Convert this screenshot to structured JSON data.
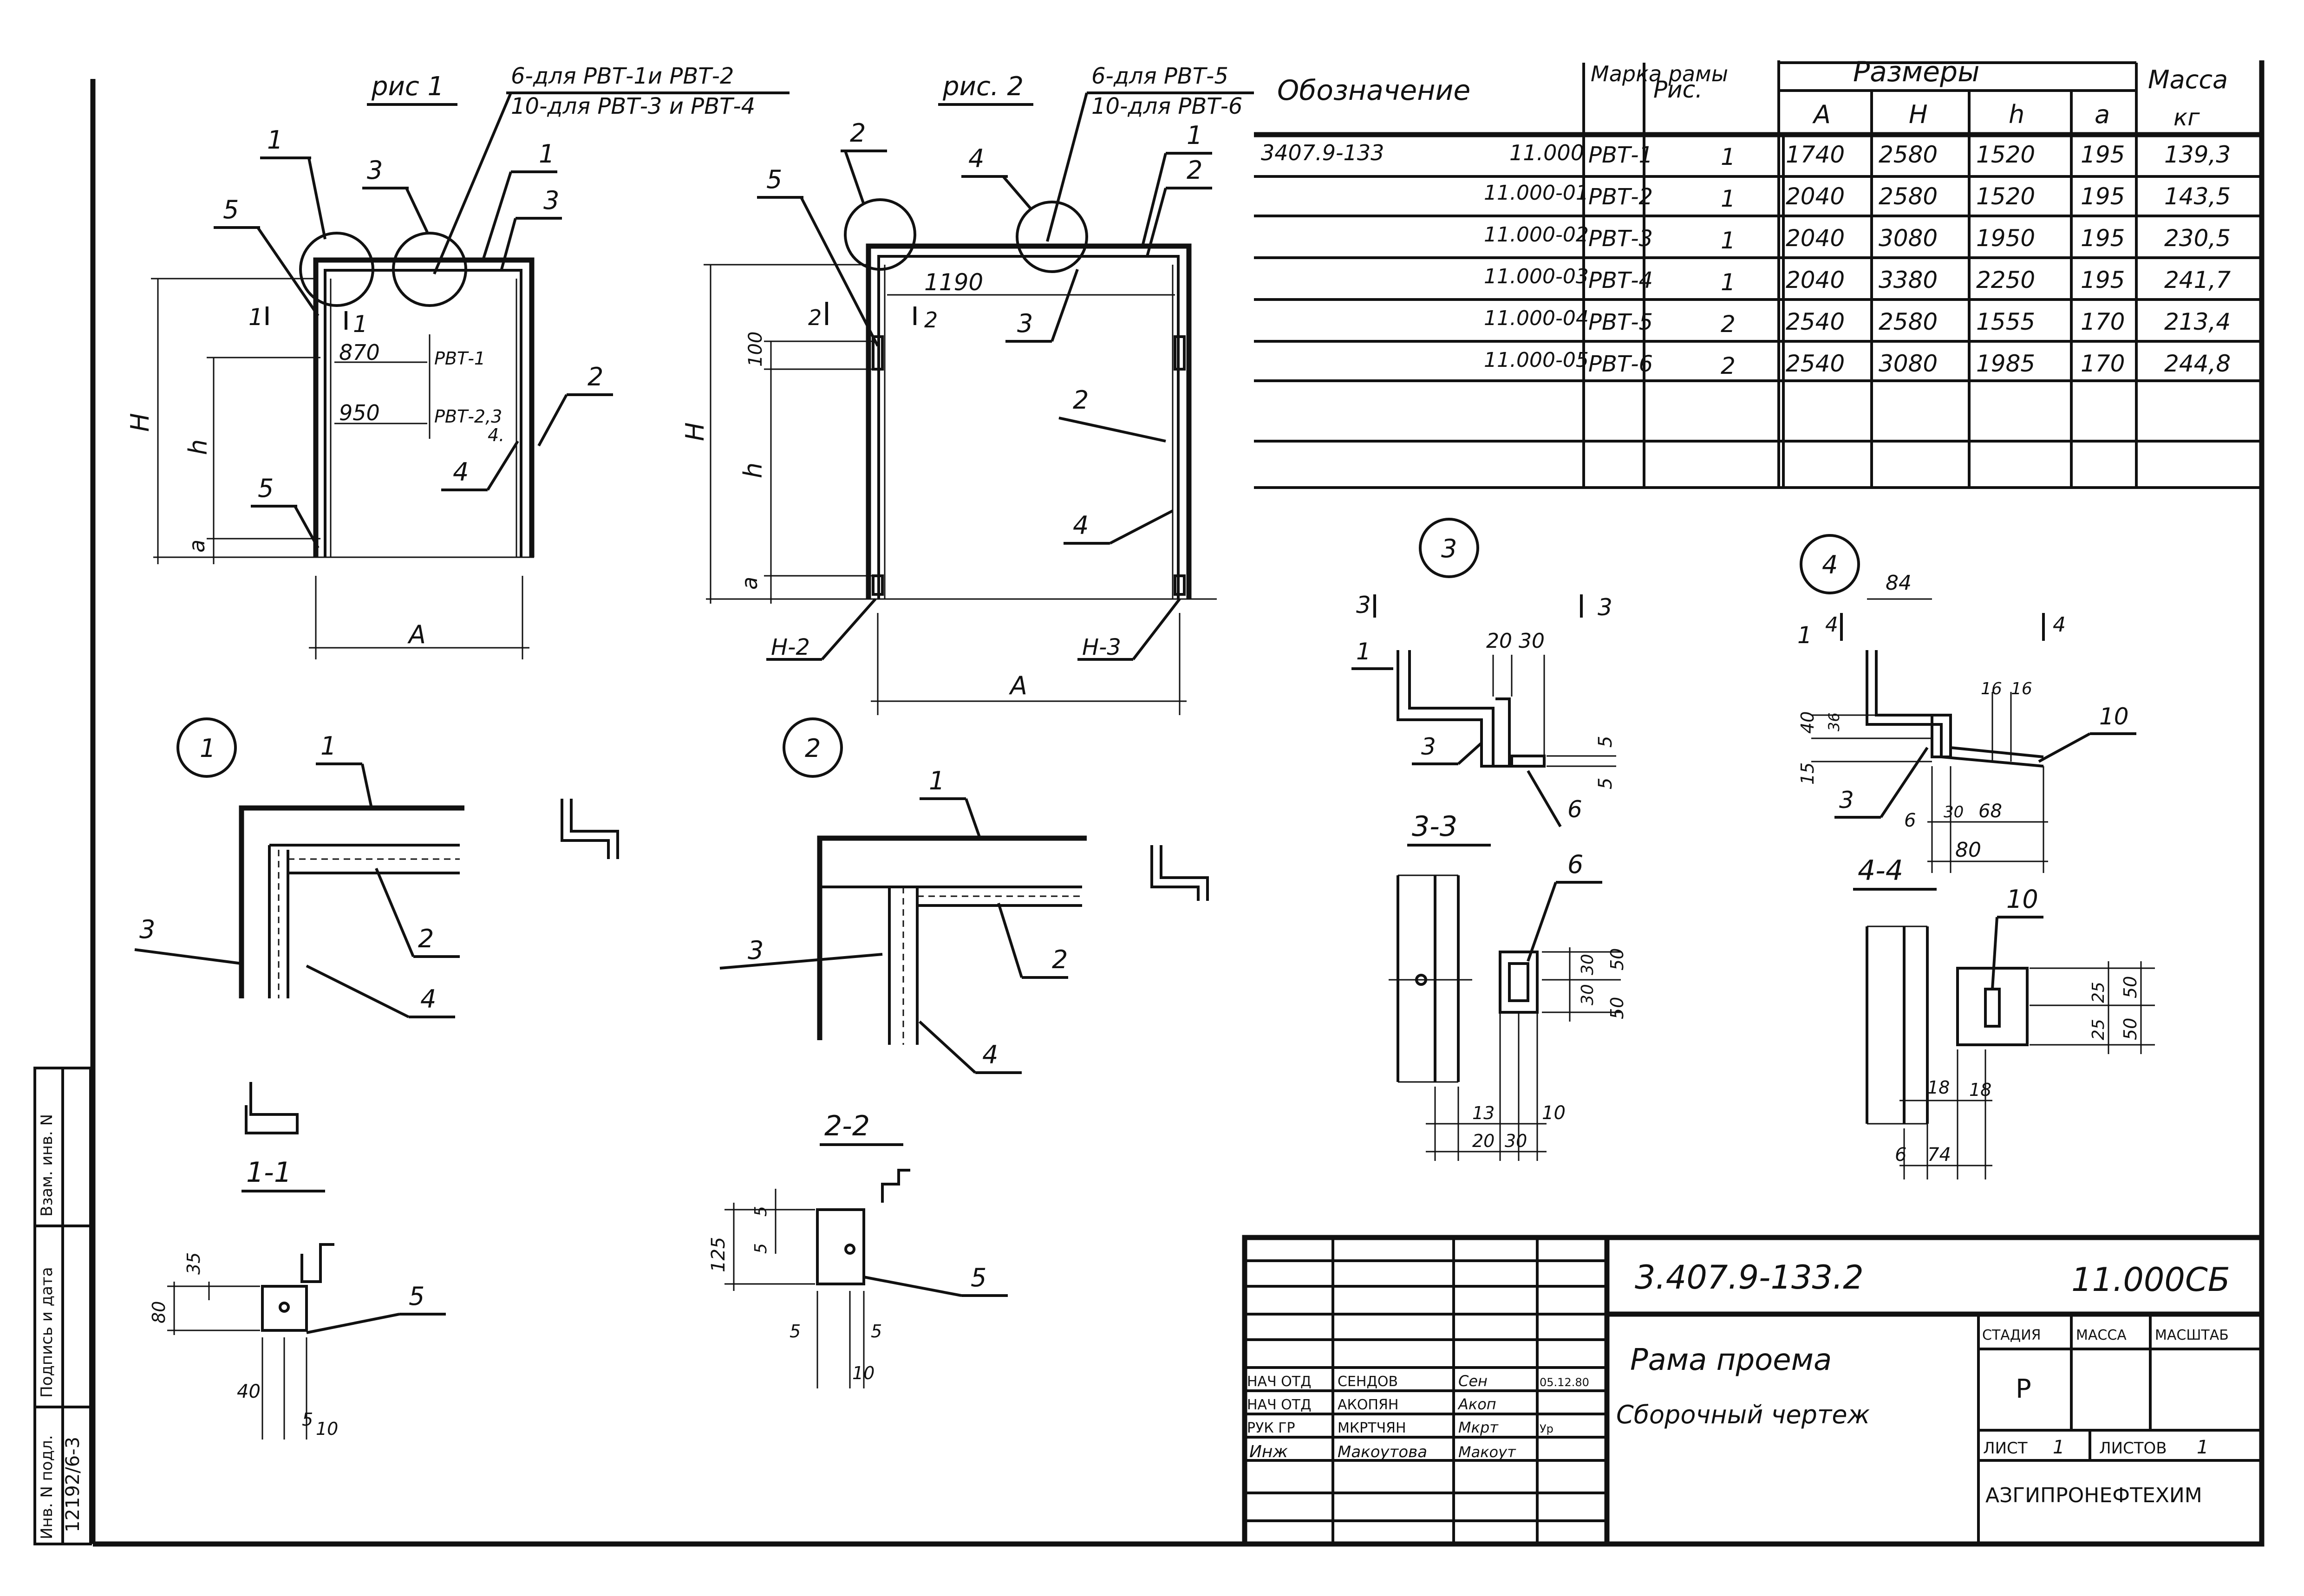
{
  "figures": {
    "fig1_title": "рис 1",
    "fig2_title": "рис. 2",
    "fig1_note_line1": "6-для РВТ-1и РВТ-2",
    "fig1_note_line2": "10-для РВТ-3 и РВТ-4",
    "fig2_note_line1": "6-для РВТ-5",
    "fig2_note_line2": "10-для РВТ-6",
    "fig1_dim_870": "870",
    "fig1_label_870": "РВТ-1",
    "fig1_dim_950": "950",
    "fig1_label_950": "РВТ-2,3",
    "fig1_label_950b": "4.",
    "fig2_dim_1190": "1190",
    "fig2_dim_100": "100",
    "dim_A": "A",
    "dim_H": "H",
    "dim_h": "h",
    "dim_a": "a",
    "label_H2": "H-2",
    "label_H3": "H-3",
    "section_11": "1",
    "section_22": "2"
  },
  "details": {
    "d1": "1",
    "d2": "2",
    "d3": "3",
    "d4": "4",
    "sec_11": "1-1",
    "sec_22": "2-2",
    "sec_33": "3-3",
    "sec_44": "4-4",
    "d3_dims": [
      "20",
      "30",
      "5",
      "5"
    ],
    "d4_dims": [
      "84",
      "16",
      "16",
      "40",
      "36",
      "15",
      "30",
      "68",
      "80"
    ],
    "s33_dims": [
      "30",
      "30",
      "50",
      "50",
      "13",
      "10",
      "20",
      "30"
    ],
    "s44_dims": [
      "25",
      "25",
      "50",
      "50",
      "18",
      "18",
      "6",
      "74"
    ],
    "s11_dims": [
      "35",
      "80",
      "40",
      "5",
      "10"
    ],
    "s22_dims": [
      "125",
      "5",
      "5",
      "5",
      "5",
      "10"
    ]
  },
  "spec_table": {
    "headers": {
      "designation": "Обозначение",
      "frame_mark": "Марка рамы",
      "fig": "Рис.",
      "dimensions": "Размеры",
      "mass": "Масса",
      "mass_unit": "кг",
      "A": "A",
      "H": "H",
      "h": "h",
      "a": "a"
    },
    "rows": [
      {
        "doc": "3407.9-133",
        "code": "11.000",
        "mark": "РВТ-1",
        "fig": "1",
        "A": "1740",
        "H": "2580",
        "h": "1520",
        "a": "195",
        "mass": "139,3"
      },
      {
        "doc": "",
        "code": "11.000-01",
        "mark": "РВТ-2",
        "fig": "1",
        "A": "2040",
        "H": "2580",
        "h": "1520",
        "a": "195",
        "mass": "143,5"
      },
      {
        "doc": "",
        "code": "11.000-02",
        "mark": "РВТ-3",
        "fig": "1",
        "A": "2040",
        "H": "3080",
        "h": "1950",
        "a": "195",
        "mass": "230,5"
      },
      {
        "doc": "",
        "code": "11.000-03",
        "mark": "РВТ-4",
        "fig": "1",
        "A": "2040",
        "H": "3380",
        "h": "2250",
        "a": "195",
        "mass": "241,7"
      },
      {
        "doc": "",
        "code": "11.000-04",
        "mark": "РВТ-5",
        "fig": "2",
        "A": "2540",
        "H": "2580",
        "h": "1555",
        "a": "170",
        "mass": "213,4"
      },
      {
        "doc": "",
        "code": "11.000-05",
        "mark": "РВТ-6",
        "fig": "2",
        "A": "2540",
        "H": "3080",
        "h": "1985",
        "a": "170",
        "mass": "244,8"
      }
    ]
  },
  "title_block": {
    "doc_number": "3.407.9-133.2",
    "doc_code": "11.000СБ",
    "title_line1": "Рама проема",
    "title_line2": "Сборочный чертеж",
    "stage_header": "СТАДИЯ",
    "mass_header": "МАССА",
    "scale_header": "МАСШТАБ",
    "stage_value": "Р",
    "sheet_label": "ЛИСТ",
    "sheet_value": "1",
    "sheets_label": "ЛИСТОВ",
    "sheets_value": "1",
    "organization": "АЗГИПРОНЕФТЕХИМ",
    "signatures": [
      {
        "role": "НАЧ ОТД",
        "name": "СЕНДОВ",
        "sign": "Сен",
        "date": "05.12.80"
      },
      {
        "role": "НАЧ ОТД",
        "name": "АКОПЯН",
        "sign": "Акоп",
        "date": ""
      },
      {
        "role": "РУК ГР",
        "name": "МКРТЧЯН",
        "sign": "Мкрт",
        "date": "Ур"
      },
      {
        "role": "Инж",
        "name": "Макоутова",
        "sign": "Макоут",
        "date": ""
      }
    ]
  },
  "margin_stamp": {
    "text1": "Инв. N подл.",
    "text2": "Подпись и дата",
    "text3": "Взам. инв. N",
    "inv_number": "12192/6-3"
  },
  "colors": {
    "ink": "#111111",
    "paper": "#ffffff"
  }
}
